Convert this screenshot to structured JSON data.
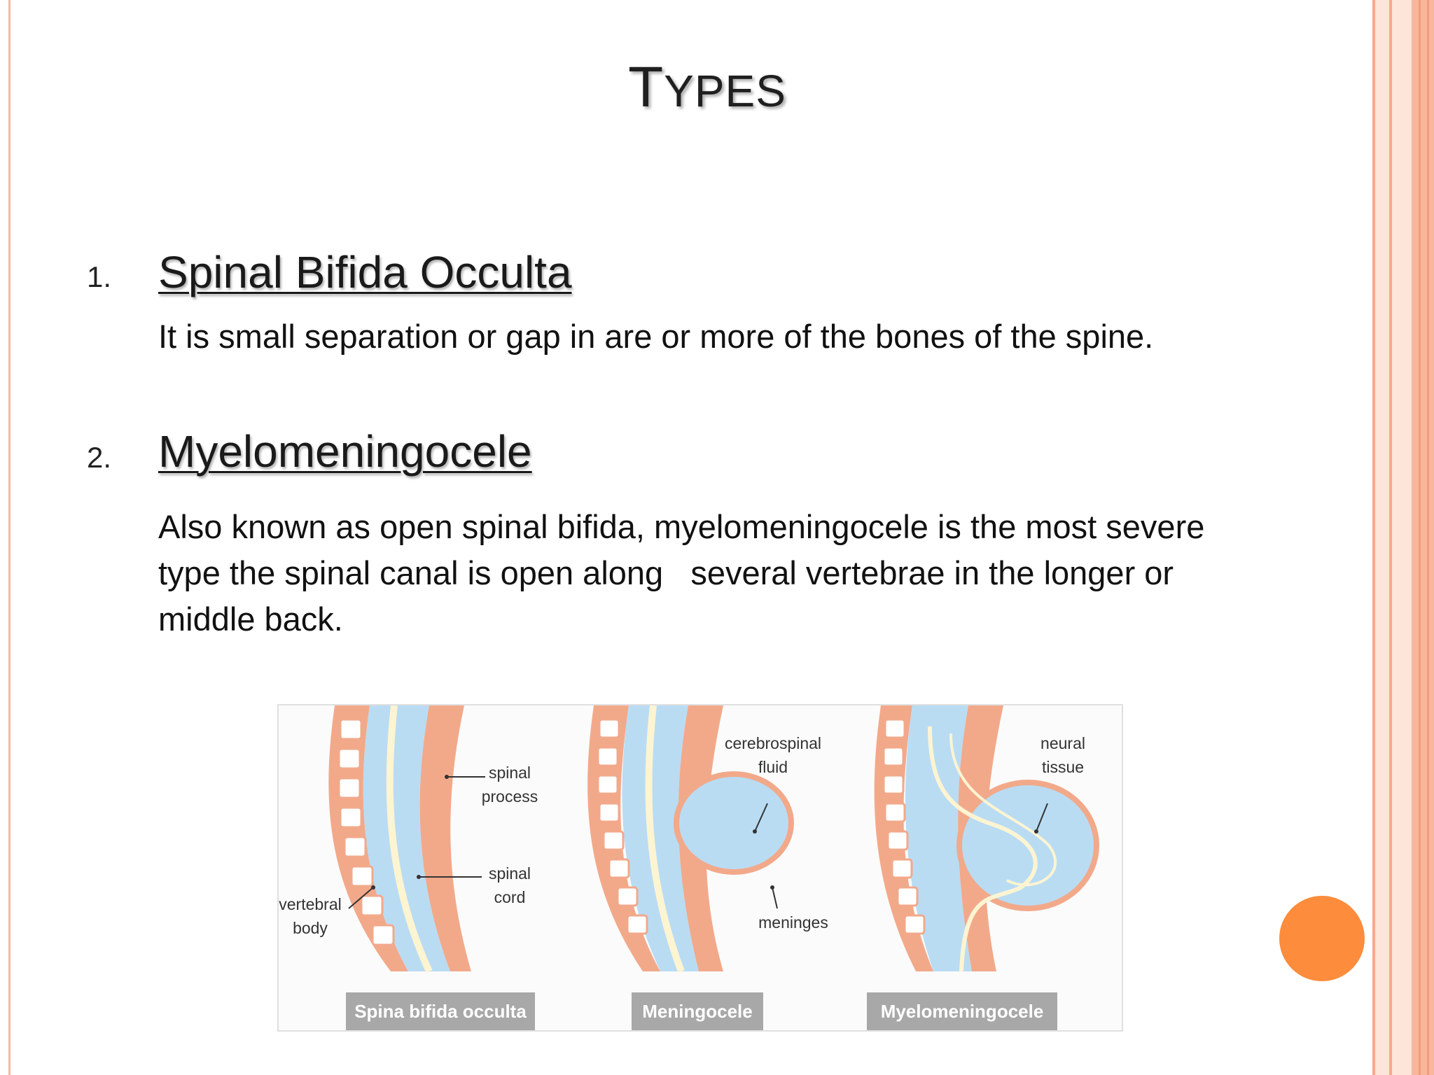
{
  "title": {
    "first": "T",
    "rest": "YPES"
  },
  "items": [
    {
      "number": "1.",
      "heading": "Spinal Bifida Occulta",
      "body": "It is small separation or gap in are or more of the bones of the spine."
    },
    {
      "number": "2.",
      "heading": "Myelomeningocele",
      "body": "Also known as open spinal bifida, myelomeningocele is the most severe\ntype the spinal canal is open along   several vertebrae in the longer or\nmiddle back."
    }
  ],
  "figure": {
    "labels": {
      "spinal_process": [
        "spinal",
        "process"
      ],
      "spinal_cord": [
        "spinal",
        "cord"
      ],
      "vertebral_body": [
        "vertebral",
        "body"
      ],
      "cerebrospinal_fluid": [
        "cerebrospinal",
        "fluid"
      ],
      "meninges": "meninges",
      "neural_tissue": [
        "neural",
        "tissue"
      ]
    },
    "captions": [
      "Spina bifida occulta",
      "Meningocele",
      "Myelomeningocele"
    ]
  },
  "colors": {
    "accent": "#fd8c3c",
    "bone": "#f2a98a",
    "fluid": "#b9dcf3",
    "nerve": "#fdf4d2"
  }
}
